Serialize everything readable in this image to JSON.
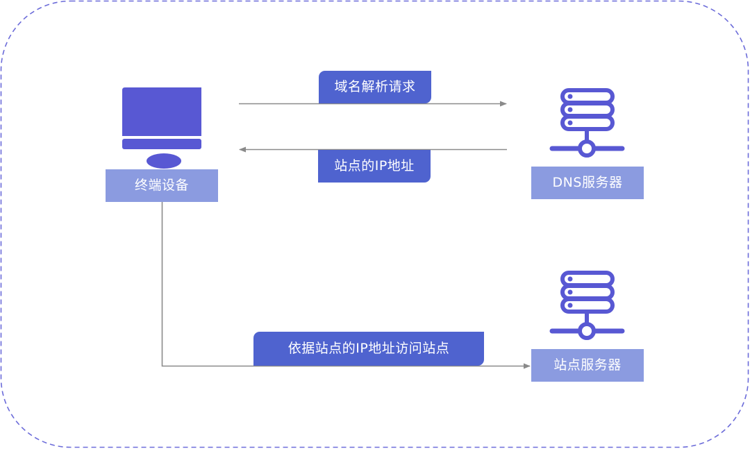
{
  "diagram": {
    "title": "DNS domain name resolution flow",
    "colors": {
      "frame_border": "#6b6bd9",
      "icon_fill": "#5858d3",
      "node_label_bg": "#8b9be0",
      "edge_label_bg": "#4f63cf",
      "line": "#8a8a8a",
      "label_text": "#ffffff"
    },
    "nodes": [
      {
        "id": "terminal",
        "label": "终端设备",
        "icon": "desktop-monitor-icon"
      },
      {
        "id": "dns",
        "label": "DNS服务器",
        "icon": "server-icon"
      },
      {
        "id": "site",
        "label": "站点服务器",
        "icon": "server-icon"
      }
    ],
    "edges": [
      {
        "from": "terminal",
        "to": "dns",
        "label": "域名解析请求"
      },
      {
        "from": "dns",
        "to": "terminal",
        "label": "站点的IP地址"
      },
      {
        "from": "terminal",
        "to": "site",
        "label": "依据站点的IP地址访问站点"
      }
    ]
  }
}
